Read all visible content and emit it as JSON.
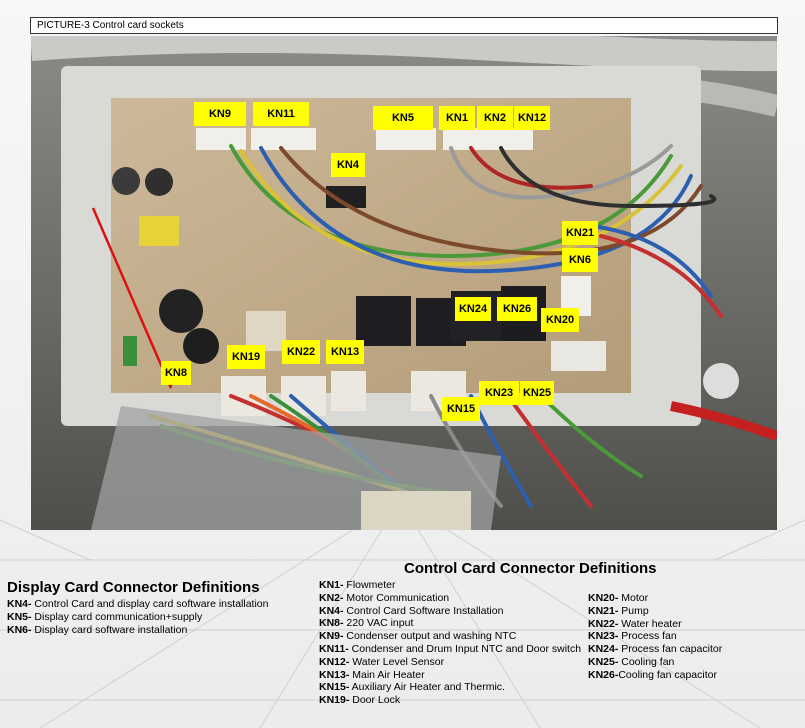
{
  "caption": "PICTURE-3 Control card sockets",
  "connector_tags": [
    {
      "id": "kn9",
      "label": "KN9"
    },
    {
      "id": "kn11",
      "label": "KN11"
    },
    {
      "id": "kn5",
      "label": "KN5"
    },
    {
      "id": "kn1",
      "label": "KN1"
    },
    {
      "id": "kn2",
      "label": "KN2"
    },
    {
      "id": "kn12",
      "label": "KN12"
    },
    {
      "id": "kn4",
      "label": "KN4"
    },
    {
      "id": "kn21",
      "label": "KN21"
    },
    {
      "id": "kn6",
      "label": "KN6"
    },
    {
      "id": "kn24",
      "label": "KN24"
    },
    {
      "id": "kn26",
      "label": "KN26"
    },
    {
      "id": "kn20",
      "label": "KN20"
    },
    {
      "id": "kn8",
      "label": "KN8"
    },
    {
      "id": "kn19",
      "label": "KN19"
    },
    {
      "id": "kn22",
      "label": "KN22"
    },
    {
      "id": "kn13",
      "label": "KN13"
    },
    {
      "id": "kn23",
      "label": "KN23"
    },
    {
      "id": "kn25",
      "label": "KN25"
    },
    {
      "id": "kn15",
      "label": "KN15"
    }
  ],
  "display_card": {
    "title": "Display Card Connector Definitions",
    "items": [
      {
        "key": "KN4-",
        "text": " Control Card and display card software installation"
      },
      {
        "key": "KN5-",
        "text": " Display card communication+supply"
      },
      {
        "key": "KN6-",
        "text": " Display card software installation"
      }
    ]
  },
  "control_card": {
    "title": "Control Card Connector Definitions",
    "left_items": [
      {
        "key": "KN1-",
        "text": " Flowmeter"
      },
      {
        "key": "KN2-",
        "text": " Motor Communication"
      },
      {
        "key": "KN4-",
        "text": " Control Card Software Installation"
      },
      {
        "key": "KN8-",
        "text": " 220 VAC input"
      },
      {
        "key": "KN9-",
        "text": " Condenser output and washing NTC"
      },
      {
        "key": "KN11-",
        "text": " Condenser and Drum Input NTC and Door switch"
      },
      {
        "key": "KN12-",
        "text": " Water Level Sensor"
      },
      {
        "key": "KN13-",
        "text": " Main Air Heater"
      },
      {
        "key": "KN15-",
        "text": " Auxiliary Air Heater and Thermic."
      },
      {
        "key": "KN19-",
        "text": " Door Lock"
      }
    ],
    "right_items": [
      {
        "key": "KN20-",
        "text": " Motor"
      },
      {
        "key": "KN21-",
        "text": " Pump"
      },
      {
        "key": "KN22-",
        "text": " Water heater"
      },
      {
        "key": "KN23-",
        "text": " Process fan"
      },
      {
        "key": "KN24-",
        "text": " Process fan capacitor"
      },
      {
        "key": "KN25-",
        "text": " Cooling fan"
      },
      {
        "key": "KN26-",
        "text": "Cooling fan capacitor"
      }
    ]
  }
}
